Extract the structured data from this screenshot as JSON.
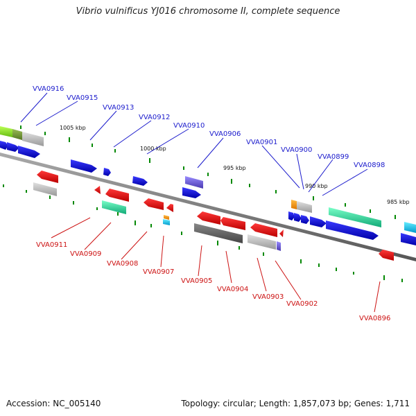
{
  "title": "Vibrio vulnificus YJ016 chromosome II, complete sequence",
  "footer": {
    "accession": "Accession: NC_005140",
    "summary": "Topology: circular; Length: 1,857,073 bp; Genes: 1,711"
  },
  "kbp_labels": [
    "1005 kbp",
    "1000 kbp",
    "995 kbp",
    "990 kbp",
    "985 kbp"
  ],
  "forward_genes": [
    "VVA0916",
    "VVA0915",
    "VVA0913",
    "VVA0912",
    "VVA0910",
    "VVA0906",
    "VVA0901",
    "VVA0900",
    "VVA0899",
    "VVA0898"
  ],
  "reverse_genes": [
    "VVA0911",
    "VVA0909",
    "VVA0908",
    "VVA0907",
    "VVA0905",
    "VVA0904",
    "VVA0903",
    "VVA0902",
    "VVA0896"
  ],
  "colors": {
    "forward_label": "#1a1acc",
    "reverse_label": "#cc1111",
    "cds_forward": "#0000dd",
    "cds_reverse": "#ee0000",
    "rna": "#22dd99",
    "pseudo": "#b8b8b8",
    "tick": "#008800",
    "backbone": "#777777"
  }
}
